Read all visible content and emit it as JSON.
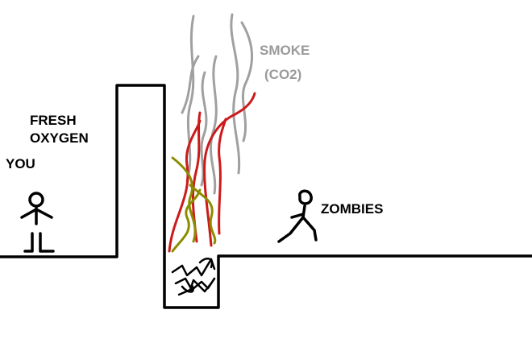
{
  "labels": {
    "smoke_line1": "SMOKE",
    "smoke_line2": "(CO2)",
    "fresh_line1": "FRESH",
    "fresh_line2": "OXYGEN",
    "you": "YOU",
    "zombies": "ZOMBIES"
  },
  "colors": {
    "ink": "#000000",
    "smoke": "#a0a0a0",
    "smoke_label": "#9a9a9a",
    "flame_red": "#cc1a1a",
    "flame_olive": "#8c8c00"
  },
  "icons": {
    "person": "stick-figure-you",
    "zombie": "stick-figure-zombie",
    "fire": "fire-in-pit"
  }
}
